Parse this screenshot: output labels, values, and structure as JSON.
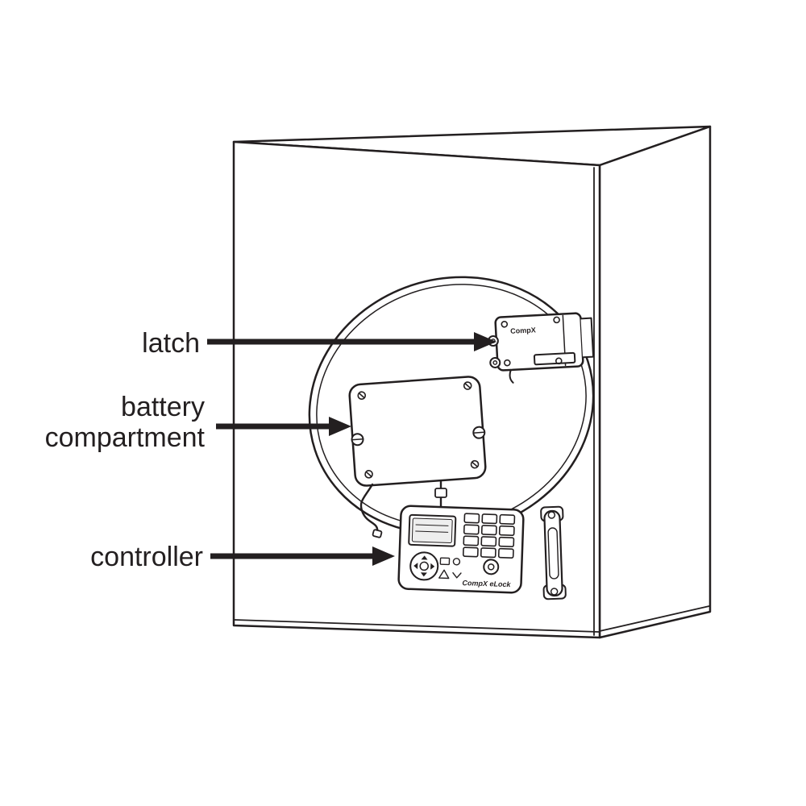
{
  "diagram": {
    "labels": {
      "latch": "latch",
      "battery_line1": "battery",
      "battery_line2": "compartment",
      "controller": "controller"
    },
    "devices": {
      "latch_brand": "CompX",
      "controller_brand": "CompX eLock"
    },
    "colors": {
      "line": "#231f20",
      "background": "#ffffff"
    }
  }
}
